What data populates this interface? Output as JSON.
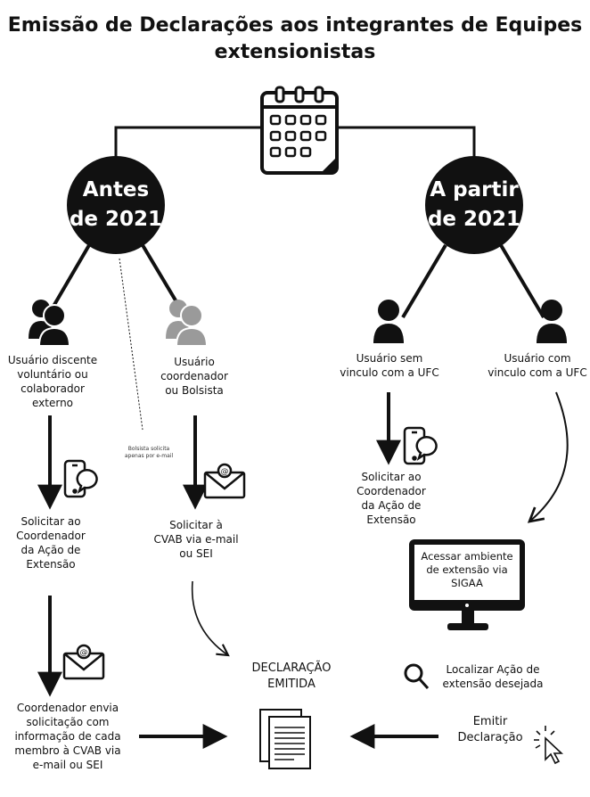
{
  "title_line1": "Emissão de Declarações aos integrantes de Equipes",
  "title_line2": "extensionistas",
  "left_circle": {
    "line1": "Antes",
    "line2": "de 2021"
  },
  "right_circle": {
    "line1": "A partir",
    "line2": "de 2021"
  },
  "left_branch": {
    "user_a": [
      "Usuário discente",
      "voluntário ou",
      "colaborador",
      "externo"
    ],
    "user_b": [
      "Usuário",
      "coordenador",
      "ou Bolsista"
    ],
    "note": [
      "Bolsista solicita",
      "apenas por e-mail"
    ],
    "step_a1": [
      "Solicitar ao",
      "Coordenador",
      "da Ação de",
      "Extensão"
    ],
    "step_b1": [
      "Solicitar à",
      "CVAB via e-mail",
      "ou SEI"
    ],
    "step_a2": [
      "Coordenador envia",
      "solicitação com",
      "informação de cada",
      "membro à CVAB via",
      "e-mail ou SEI"
    ]
  },
  "right_branch": {
    "user_c": [
      "Usuário sem",
      "vinculo com a UFC"
    ],
    "user_d": [
      "Usuário com",
      "vinculo com a UFC"
    ],
    "step_c1": [
      "Solicitar ao",
      "Coordenador",
      "da Ação de",
      "Extensão"
    ],
    "monitor_text": [
      "Acessar ambiente",
      "de extensão via",
      "SIGAA"
    ],
    "search_step": [
      "Localizar Ação de",
      "extensão desejada"
    ],
    "emit_step": [
      "Emitir",
      "Declaração"
    ]
  },
  "result": [
    "DECLARAÇÃO",
    "EMITIDA"
  ],
  "icons": {
    "calendar": "calendar-icon",
    "users_group_dark": "users-group-icon",
    "users_group_gray": "users-group-gray-icon",
    "user_single": "user-icon",
    "phone_chat": "phone-chat-icon",
    "email": "email-icon",
    "monitor": "monitor-icon",
    "search": "search-icon",
    "documents": "documents-icon",
    "cursor_click": "cursor-click-icon"
  },
  "colors": {
    "ink": "#111111",
    "gray_icon": "#9a9a9a",
    "background": "#ffffff"
  }
}
